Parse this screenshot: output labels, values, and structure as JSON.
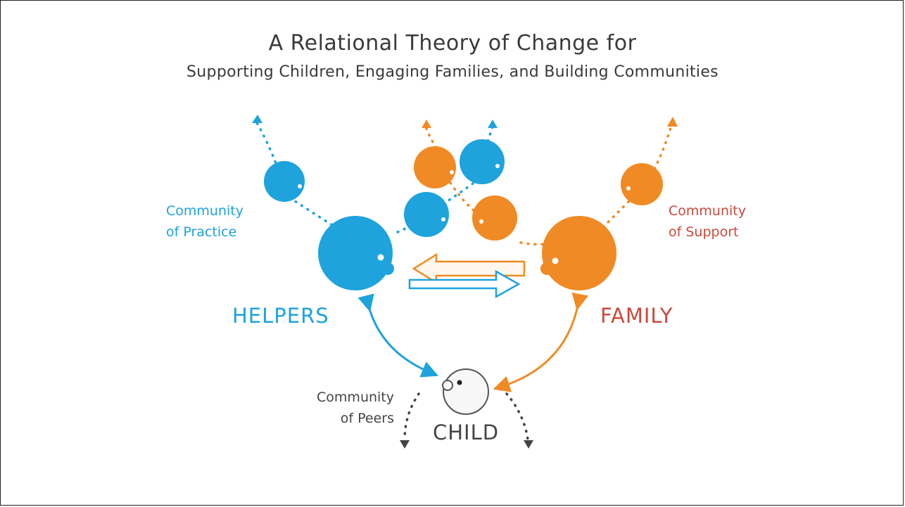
{
  "title": {
    "line1": "A Relational Theory of Change for",
    "line2": "Supporting Children, Engaging Families, and Building Communities"
  },
  "labels": {
    "community_of_practice": [
      "Community",
      "of Practice"
    ],
    "community_of_support": [
      "Community",
      "of Support"
    ],
    "community_of_peers": [
      "Community",
      "of Peers"
    ],
    "helpers": "HELPERS",
    "family": "FAMILY",
    "child": "CHILD"
  },
  "colors": {
    "helpers_blue": "#1ea3dc",
    "family_orange": "#f08a24",
    "family_label_red": "#c94a3b",
    "child_gray": "#444444"
  },
  "icons": [
    "head-icon",
    "arrow-up-icon",
    "arrow-down-icon",
    "double-arrow-icon"
  ]
}
